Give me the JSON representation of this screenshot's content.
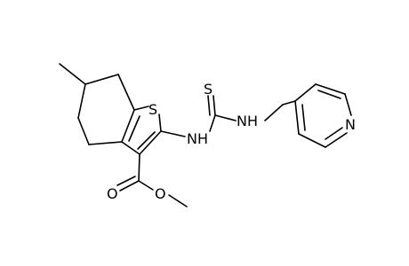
{
  "molecule": {
    "atoms": {
      "s_ring": "S",
      "s_thio": "S",
      "nh_left": "NH",
      "nh_right": "NH",
      "n_pyridine": "N",
      "o_carbonyl": "O",
      "o_ester": "O"
    }
  }
}
